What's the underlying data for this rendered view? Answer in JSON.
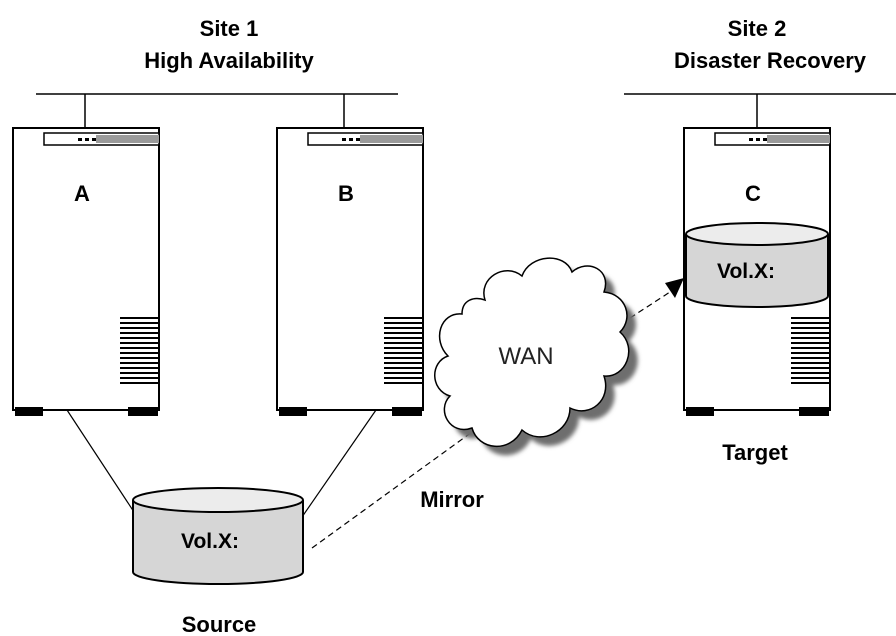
{
  "sites": [
    {
      "name": "Site 1",
      "role": "High Availability"
    },
    {
      "name": "Site 2",
      "role": "Disaster Recovery"
    }
  ],
  "servers": [
    {
      "label": "A"
    },
    {
      "label": "B"
    },
    {
      "label": "C"
    }
  ],
  "volumes": {
    "source": {
      "label": "Vol.X:",
      "caption": "Source"
    },
    "target": {
      "label": "Vol.X:",
      "caption": "Target"
    }
  },
  "network": {
    "cloud_label": "WAN",
    "link_label": "Mirror"
  }
}
